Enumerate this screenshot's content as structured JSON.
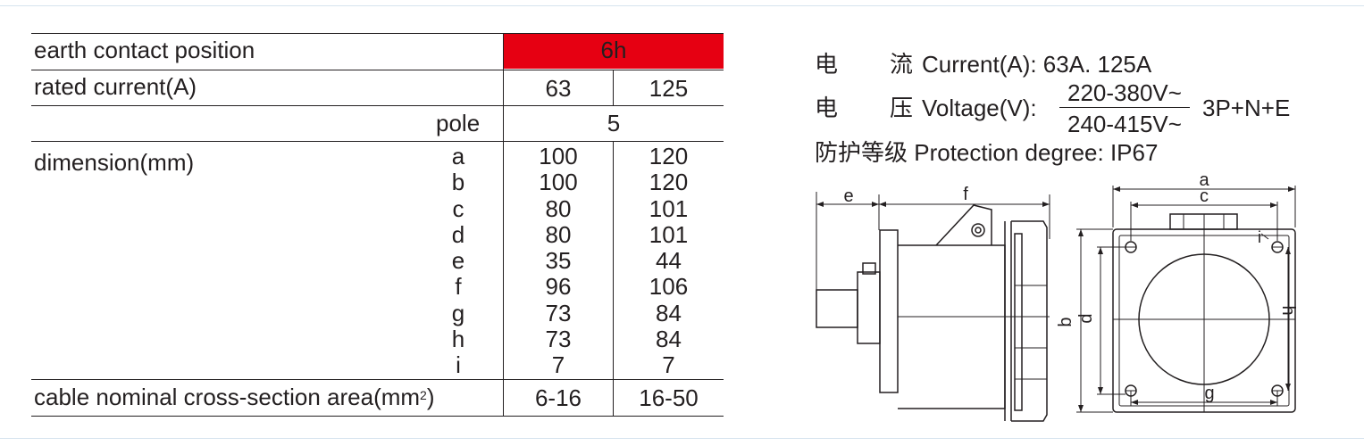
{
  "table": {
    "earth_label": "earth contact position",
    "earth_value": "6h",
    "rated_label": "rated current(A)",
    "rated_63": "63",
    "rated_125": "125",
    "pole_label": "pole",
    "pole_value": "5",
    "dimension_label": "dimension(mm)",
    "dims": [
      {
        "letter": "a",
        "v63": "100",
        "v125": "120"
      },
      {
        "letter": "b",
        "v63": "100",
        "v125": "120"
      },
      {
        "letter": "c",
        "v63": "80",
        "v125": "101"
      },
      {
        "letter": "d",
        "v63": "80",
        "v125": "101"
      },
      {
        "letter": "e",
        "v63": "35",
        "v125": "44"
      },
      {
        "letter": "f",
        "v63": "96",
        "v125": "106"
      },
      {
        "letter": "g",
        "v63": "73",
        "v125": "84"
      },
      {
        "letter": "h",
        "v63": "73",
        "v125": "84"
      },
      {
        "letter": "i",
        "v63": "7",
        "v125": "7"
      }
    ],
    "cable_label": "cable nominal cross-section area(mm",
    "cable_sup": "2",
    "cable_close": ")",
    "cable_63": "6-16",
    "cable_125": "16-50",
    "highlight_color": "#e60012"
  },
  "specs": {
    "current_zh_1": "电",
    "current_zh_2": "流",
    "current_en": "Current(A): 63A. 125A",
    "voltage_zh_1": "电",
    "voltage_zh_2": "压",
    "voltage_en": "Voltage(V):",
    "voltage_top": "220-380V~",
    "voltage_bottom": "240-415V~",
    "voltage_config": "3P+N+E",
    "protection_zh": "防护等级",
    "protection_en": "Protection degree: IP67"
  },
  "drawing": {
    "labels": {
      "e": "e",
      "f": "f",
      "a": "a",
      "c": "c",
      "b": "b",
      "d": "d",
      "h": "h",
      "g": "g",
      "i": "i"
    }
  }
}
